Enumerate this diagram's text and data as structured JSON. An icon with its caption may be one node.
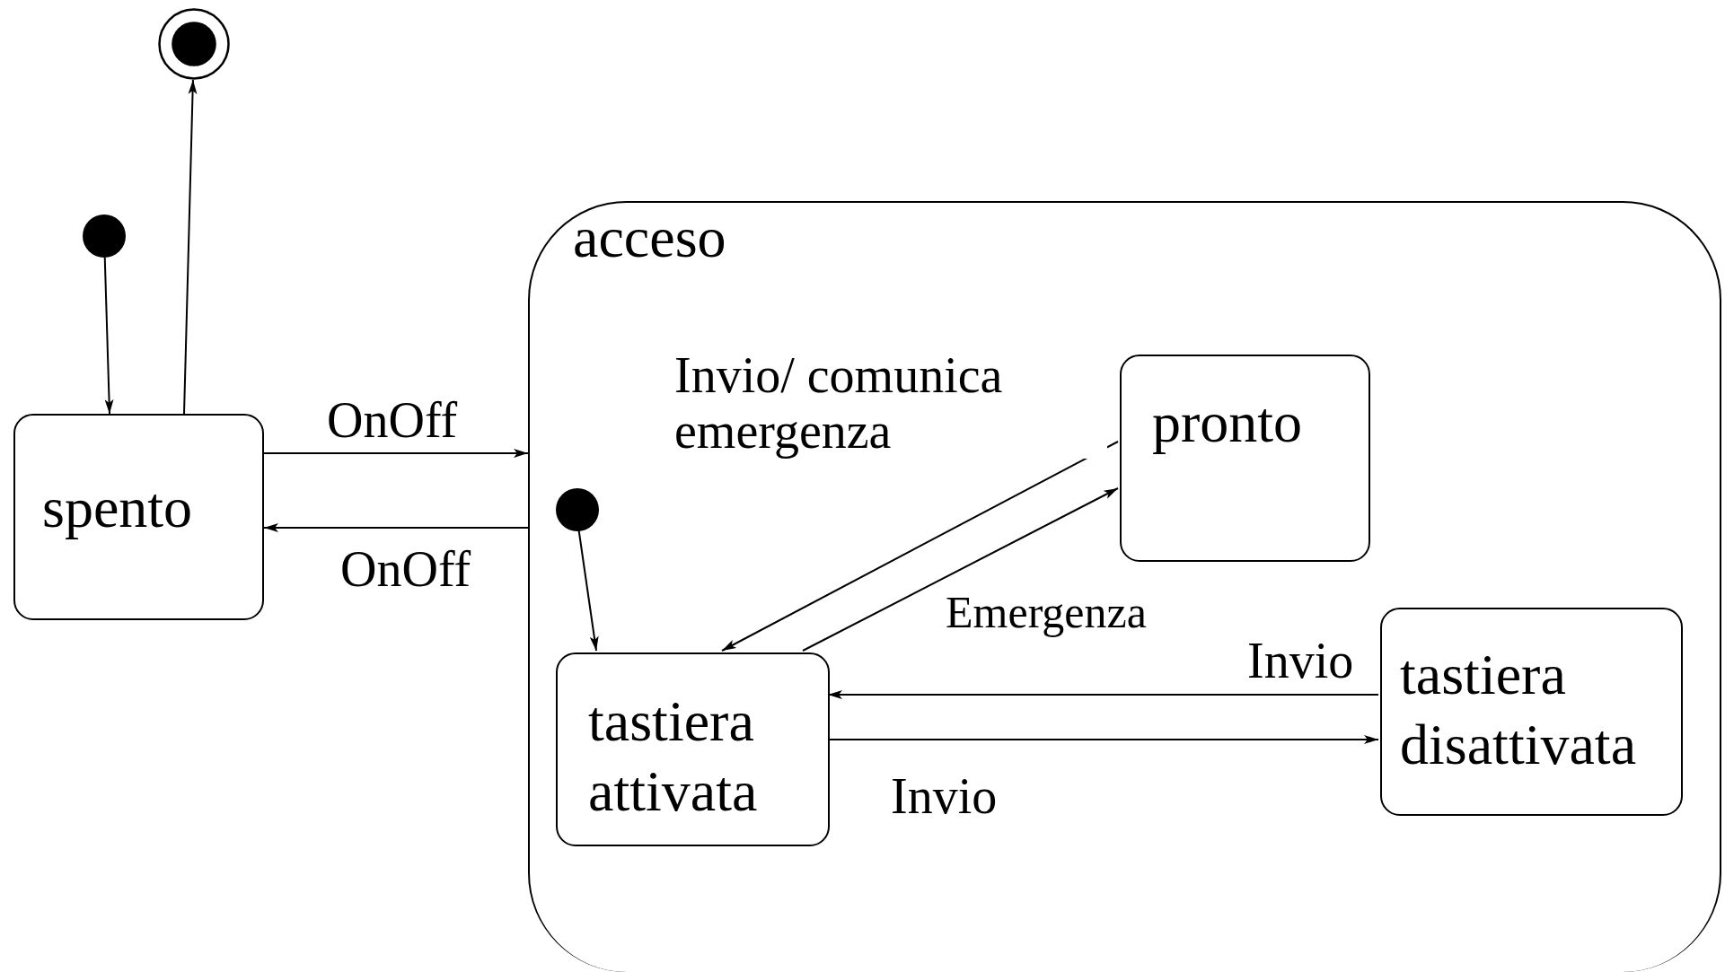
{
  "diagram": {
    "nodes": [
      {
        "text": [],
        "shape": "circle"
      },
      {
        "text": [],
        "shape": "circle"
      },
      {
        "text": [
          "spento"
        ]
      },
      {
        "text": [
          "acceso"
        ]
      },
      {
        "text": [
          "pronto"
        ],
        "in": 3
      },
      {
        "text": [],
        "shape": "circle",
        "in": 3
      },
      {
        "text": [
          "tastiera attivata"
        ],
        "in": 3
      },
      {
        "text": [
          "tastiera disattivata"
        ],
        "in": 3
      }
    ],
    "edges": [
      {
        "from": 1,
        "to": 2,
        "arrow": "to"
      },
      {
        "from": 2,
        "to": 0,
        "arrow": "to"
      },
      {
        "from": 2,
        "to": 3,
        "arrow": "to",
        "label": "OnOff"
      },
      {
        "from": 3,
        "to": 2,
        "arrow": "to",
        "label": "OnOff"
      },
      {
        "from": 5,
        "to": 6,
        "arrow": "to"
      },
      {
        "from": 4,
        "to": 6,
        "arrow": "to",
        "label": "Invio/ comunica emergenza"
      },
      {
        "from": 6,
        "to": 4,
        "arrow": "to",
        "label": "Emergenza"
      },
      {
        "from": 7,
        "to": 6,
        "arrow": "to",
        "label": "Invio"
      },
      {
        "from": 6,
        "to": 7,
        "arrow": "to",
        "label": "Invio"
      }
    ]
  }
}
